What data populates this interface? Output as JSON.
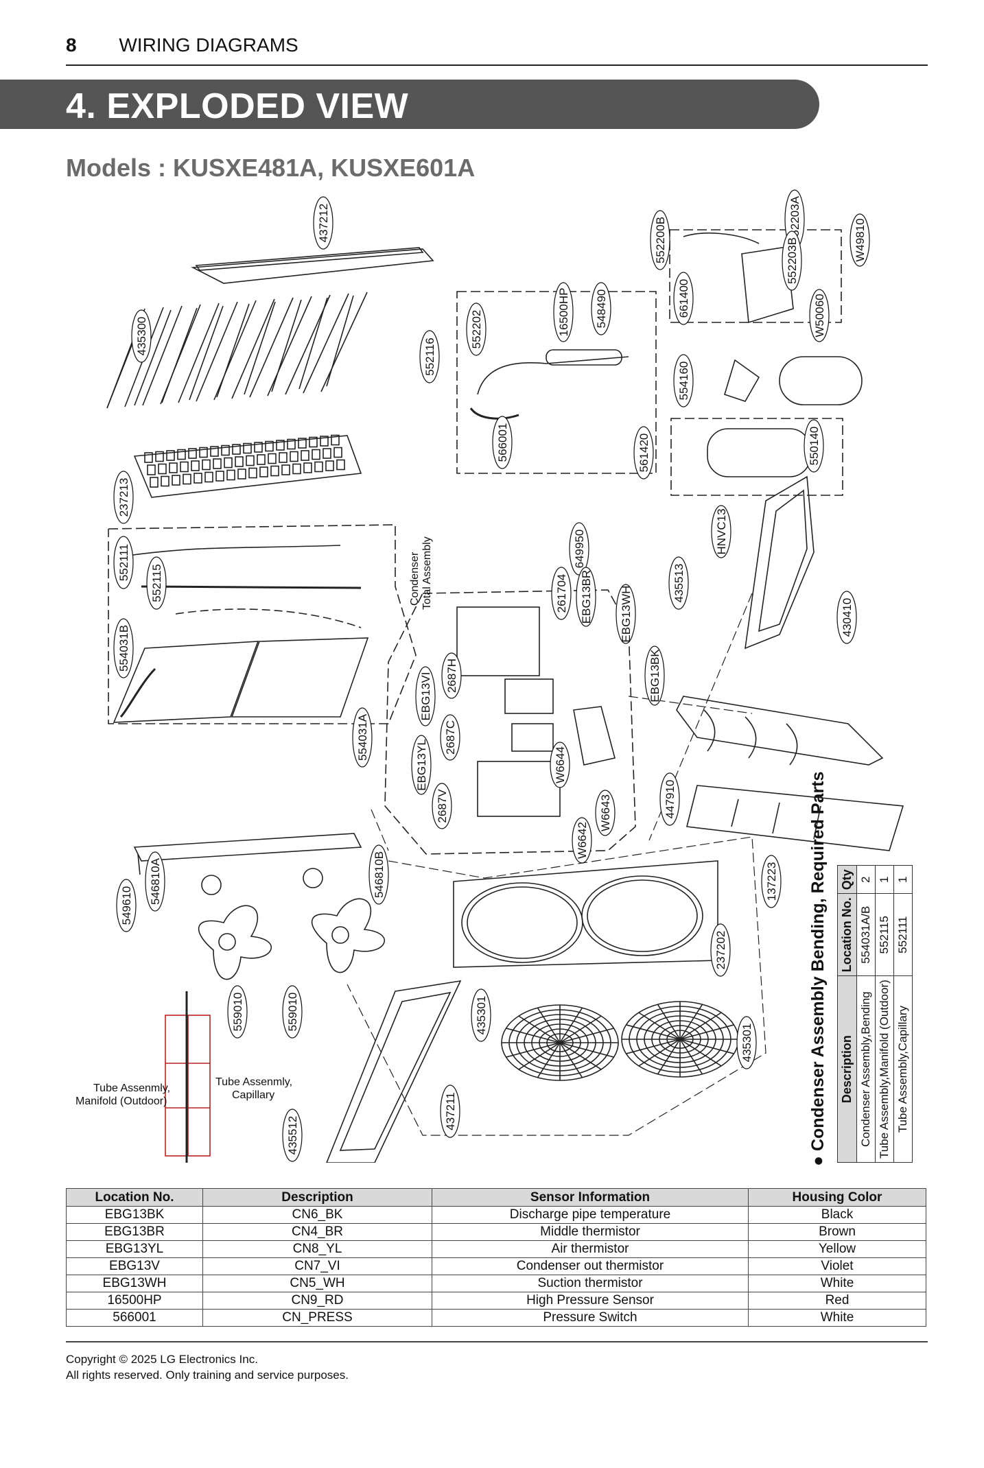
{
  "header": {
    "page_number": "8",
    "section": "WIRING DIAGRAMS"
  },
  "banner": {
    "title": "4. EXPLODED VIEW"
  },
  "models": "Models : KUSXE481A, KUSXE601A",
  "diagram": {
    "callouts": {
      "c437212": "437212",
      "c435300": "435300",
      "c552116": "552116",
      "c552202": "552202",
      "c16500hp": "16500HP",
      "c548490": "548490",
      "c566001": "566001",
      "c561420": "561420",
      "c552200b": "552200B",
      "c661400": "661400",
      "c552203a": "552203A",
      "c552203b": "552203B",
      "c49810": "W49810",
      "c50060": "W50060",
      "c554160": "554160",
      "c550140": "550140",
      "c237213": "237213",
      "c552111": "552111",
      "c552115": "552115",
      "c554031b": "554031B",
      "c554031a": "554031A",
      "c649950": "649950",
      "c261704": "261704",
      "cebg13br": "EBG13BR",
      "cebg13wh": "EBG13WH",
      "c435513": "435513",
      "chnvc13": "HNVC13",
      "c430410": "430410",
      "c2687h": "2687H",
      "cebg13vi": "EBG13VI",
      "cebg13bk": "EBG13BK",
      "c2687c": "2687C",
      "cebg13yl": "EBG13YL",
      "c2687v": "2687V",
      "cw6644": "W6644",
      "cw6643": "W6643",
      "cw6642": "W6642",
      "c447910": "447910",
      "c137223": "137223",
      "c549610": "549610",
      "c546810a": "546810A",
      "c546810b": "546810B",
      "c237202": "237202",
      "c559010a": "559010",
      "c559010b": "559010",
      "c435301a": "435301",
      "c435301b": "435301",
      "c437211": "437211",
      "c435512": "435512"
    },
    "condenser_label_1": "Condenser",
    "condenser_label_2": "Total Assembly",
    "manifold_label_1": "Tube Assenmly,",
    "manifold_label_2": "Manifold (Outdoor)",
    "capillary_label_1": "Tube Assenmly,",
    "capillary_label_2": "Capillary"
  },
  "required_parts": {
    "title": "● Condenser Assembly Bending, Required Parts",
    "headers": [
      "Description",
      "Location No.",
      "Qty"
    ],
    "rows": [
      [
        "Condenser Assembly,Bending",
        "554031A/B",
        "2"
      ],
      [
        "Tube Assembly,Manifold (Outdoor)",
        "552115",
        "1"
      ],
      [
        "Tube Assembly,Capillary",
        "552111",
        "1"
      ]
    ]
  },
  "sensor_table": {
    "headers": [
      "Location No.",
      "Description",
      "Sensor Information",
      "Housing Color"
    ],
    "rows": [
      [
        "EBG13BK",
        "CN6_BK",
        "Discharge pipe temperature",
        "Black"
      ],
      [
        "EBG13BR",
        "CN4_BR",
        "Middle thermistor",
        "Brown"
      ],
      [
        "EBG13YL",
        "CN8_YL",
        "Air thermistor",
        "Yellow"
      ],
      [
        "EBG13V",
        "CN7_VI",
        "Condenser out thermistor",
        "Violet"
      ],
      [
        "EBG13WH",
        "CN5_WH",
        "Suction  thermistor",
        "White"
      ],
      [
        "16500HP",
        "CN9_RD",
        "High Pressure Sensor",
        "Red"
      ],
      [
        "566001",
        "CN_PRESS",
        "Pressure Switch",
        "White"
      ]
    ]
  },
  "footer": {
    "line1": "Copyright © 2025 LG Electronics Inc.",
    "line2": "All rights reserved. Only training and service purposes."
  }
}
